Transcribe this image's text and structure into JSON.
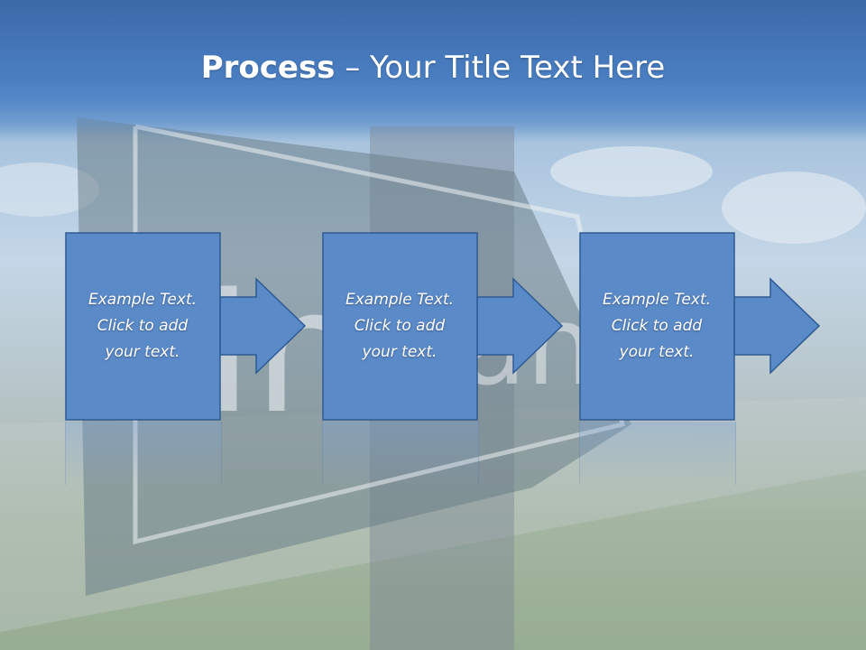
{
  "slide": {
    "title_bold": "Process",
    "title_rest": "– Your Title Text Here",
    "steps": [
      {
        "line1": "Example Text.",
        "line2": "Click  to add",
        "line3": "your text."
      },
      {
        "line1": "Example Text.",
        "line2": "Click  to add",
        "line3": "your text."
      },
      {
        "line1": "Example Text.",
        "line2": "Click  to add",
        "line3": "your text."
      }
    ]
  },
  "colors": {
    "header": "#3c69a8",
    "box_fill": "#5b8ac9",
    "box_border": "#2e5a93",
    "text": "#ffffff"
  }
}
